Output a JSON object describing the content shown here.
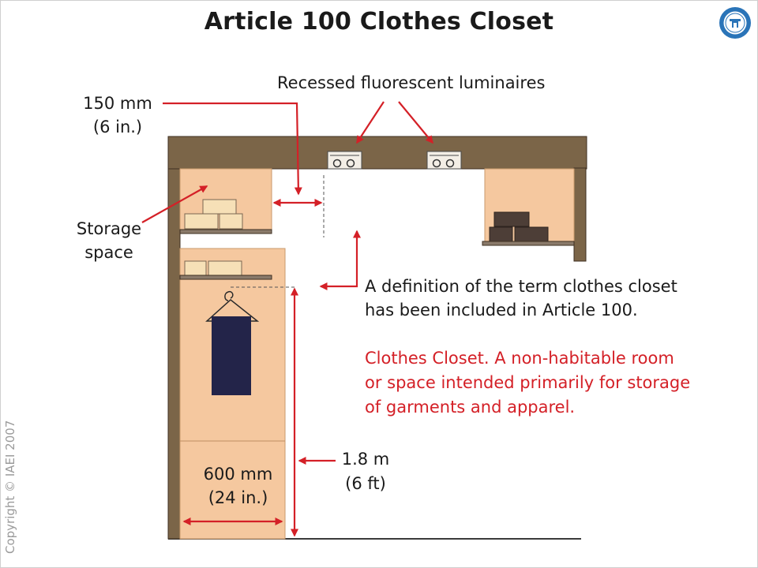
{
  "title": "Article 100 Clothes Closet",
  "copyright": "Copyright © IAEI 2007",
  "labels": {
    "luminaires": "Recessed fluorescent luminaires",
    "clearance_value": "150 mm",
    "clearance_imperial": "(6 in.)",
    "storage_line1": "Storage",
    "storage_line2": "space",
    "definition_line1": "A definition of the term clothes closet",
    "definition_line2": "has been included in Article 100.",
    "closet_def_line1": "Clothes Closet. A non-habitable room",
    "closet_def_line2": "or space intended primarily for storage",
    "closet_def_line3": "of garments and apparel.",
    "height_value": "1.8 m",
    "height_imperial": "(6 ft)",
    "width_value": "600 mm",
    "width_imperial": "(24 in.)"
  },
  "colors": {
    "ceiling": "#7b6548",
    "storage_fill": "#f5c89f",
    "arrow": "#d42027",
    "garment": "#232449",
    "box_light": "#f6e0b7",
    "box_dark": "#4d3e37"
  }
}
